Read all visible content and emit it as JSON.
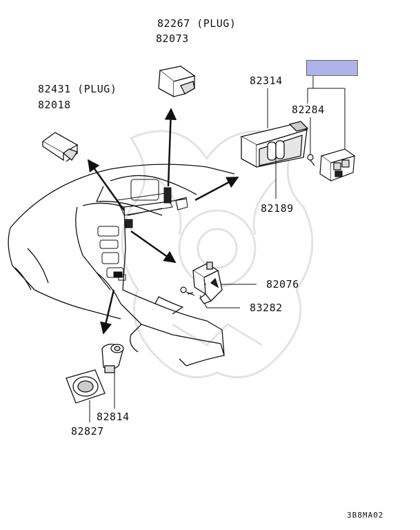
{
  "parts": {
    "p82267": "82267 (PLUG)",
    "p82073": "82073",
    "p82431": "82431 (PLUG)",
    "p82018": "82018",
    "p82314": "82314",
    "p82284": "82284",
    "p82189": "82189",
    "p82076": "82076",
    "p83282": "83282",
    "p82814": "82814",
    "p82827": "82827"
  },
  "highlight_color": "#aeb4e8",
  "diagram_code": "3B8MA02"
}
